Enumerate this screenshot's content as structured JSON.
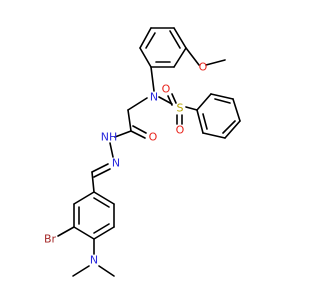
{
  "molecule": {
    "atoms": {
      "n_sulfonamide": "N",
      "o_methoxy": "O",
      "s_sulfonyl": "S",
      "o_sulfonyl_left": "O",
      "o_sulfonyl_bottom": "O",
      "nh_hydrazide": "NH",
      "n_imine": "N",
      "o_carbonyl": "O",
      "br": "Br",
      "n_dimethylamino": "N"
    },
    "colors": {
      "bond": "#000000",
      "nitrogen": "#2a2adc",
      "oxygen": "#e8241c",
      "sulfur": "#b5a300",
      "bromine": "#a52a2a"
    }
  }
}
